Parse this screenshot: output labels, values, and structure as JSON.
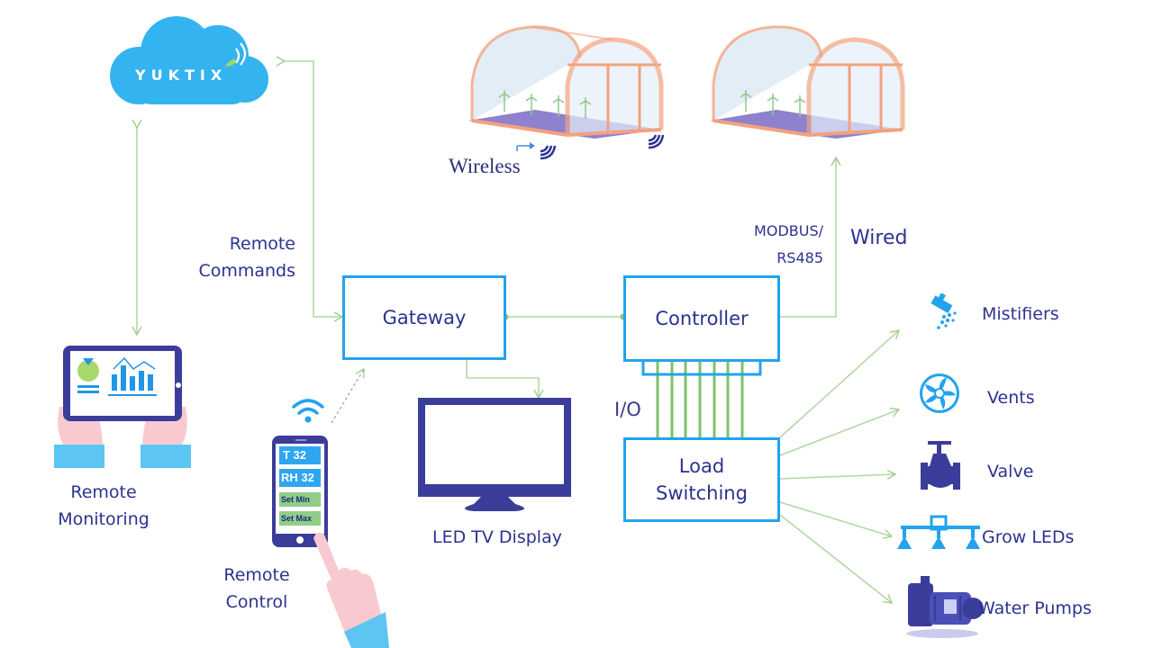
{
  "cloud": {
    "brand": "YUKTIX"
  },
  "labels": {
    "wireless": "Wireless",
    "wired": "Wired",
    "modbus_line1": "MODBUS/",
    "modbus_line2": "RS485",
    "remote_commands_line1": "Remote",
    "remote_commands_line2": "Commands",
    "remote_monitoring_line1": "Remote",
    "remote_monitoring_line2": "Monitoring",
    "remote_control_line1": "Remote",
    "remote_control_line2": "Control",
    "io": "I/O",
    "led_tv": "LED TV Display"
  },
  "blocks": {
    "gateway": "Gateway",
    "controller": "Controller",
    "load_line1": "Load",
    "load_line2": "Switching"
  },
  "phone": {
    "rows": [
      {
        "label": "T   32",
        "style": "reading"
      },
      {
        "label": "RH 32",
        "style": "reading"
      },
      {
        "label": "Set Min",
        "style": "button"
      },
      {
        "label": "Set Max",
        "style": "button"
      }
    ]
  },
  "outputs": [
    {
      "label": "Mistifiers",
      "icon": "mistifier-icon"
    },
    {
      "label": "Vents",
      "icon": "fan-icon"
    },
    {
      "label": "Valve",
      "icon": "valve-icon"
    },
    {
      "label": "Grow LEDs",
      "icon": "grow-led-icon"
    },
    {
      "label": "Water Pumps",
      "icon": "water-pump-icon"
    }
  ],
  "colors": {
    "block_border": "#22a3ee",
    "text": "#2c3290",
    "connector": "#a9d39a",
    "greenhouse_frame": "#f2a27e",
    "greenhouse_floor": "#7a6bc4",
    "cloud": "#33b4f0"
  }
}
